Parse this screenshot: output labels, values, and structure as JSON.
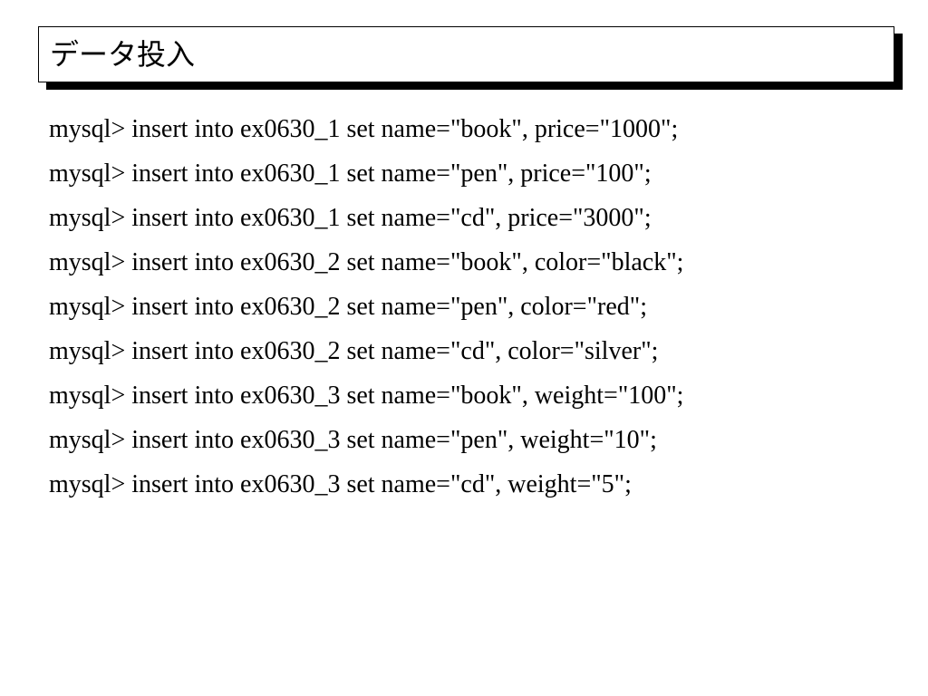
{
  "title": "データ投入",
  "lines": [
    "mysql> insert into ex0630_1 set name=\"book\", price=\"1000\";",
    "mysql> insert into ex0630_1 set name=\"pen\", price=\"100\";",
    "mysql> insert into ex0630_1 set name=\"cd\", price=\"3000\";",
    "mysql> insert into ex0630_2 set name=\"book\", color=\"black\";",
    "mysql> insert into ex0630_2 set name=\"pen\", color=\"red\";",
    "mysql> insert into ex0630_2 set name=\"cd\", color=\"silver\";",
    "mysql> insert into ex0630_3 set name=\"book\", weight=\"100\";",
    "mysql> insert into ex0630_3 set name=\"pen\", weight=\"10\";",
    "mysql> insert into ex0630_3 set name=\"cd\", weight=\"5\";"
  ]
}
